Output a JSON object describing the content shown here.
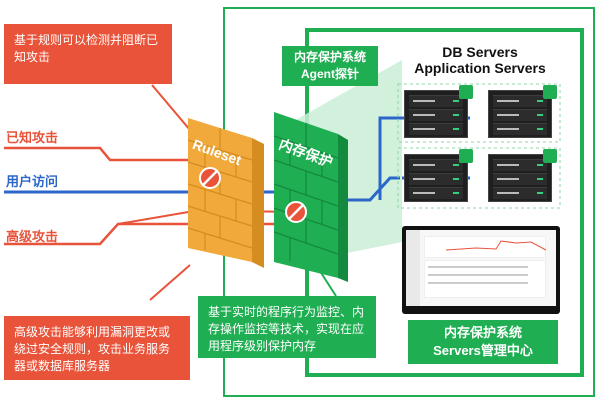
{
  "callouts": {
    "top_left": "基于规则可以检测并阻断已知攻击",
    "bottom_left": "高级攻击能够利用漏洞更改或绕过安全规则，攻击业务服务器或数据库服务器",
    "bottom_middle": "基于实时的程序行为监控、内存操作监控等技术，实现在应用程序级别保护内存"
  },
  "inputs": {
    "known_attack": "已知攻击",
    "user_access": "用户访问",
    "advanced_attack": "高级攻击"
  },
  "walls": {
    "ruleset": "Ruleset",
    "memory_protection": "内存保护"
  },
  "agent_box": {
    "line1": "内存保护系统",
    "line2": "Agent探针"
  },
  "servers": {
    "line1": "DB Servers",
    "line2": "Application Servers"
  },
  "management": {
    "line1": "内存保护系统",
    "line2": "Servers管理中心"
  },
  "colors": {
    "attack_red": "#e8533a",
    "access_blue": "#2b67c9",
    "brand_green": "#1fae52",
    "ruleset_orange": "#f0a93a"
  },
  "icons": [
    "block-icon",
    "block-icon",
    "cloud-shield-icon"
  ]
}
